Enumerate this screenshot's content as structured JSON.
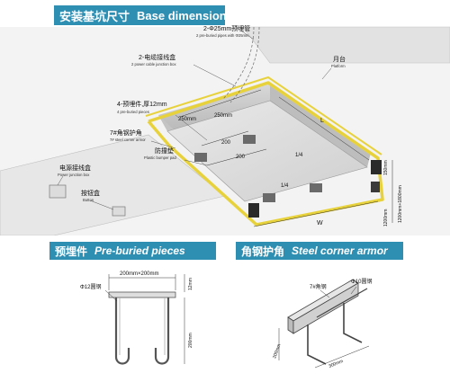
{
  "sections": {
    "base": {
      "title_zh": "安装基坑尺寸",
      "title_en": "Base dimension"
    },
    "pre_buried": {
      "title_zh": "预埋件",
      "title_en": "Pre-buried pieces"
    },
    "corner": {
      "title_zh": "角钢护角",
      "title_en": "Steel corner armor"
    }
  },
  "base_labels": {
    "pipes_zh": "2-Φ25mm预埋管",
    "pipes_en": "2 pre-buried pipes with Φ25mm",
    "cable_box_zh": "2-电缆接线盒",
    "cable_box_en": "2 power cable junction box",
    "platform_zh": "月台",
    "platform_en": "Platform",
    "pieces_zh": "4-预埋件,厚12mm",
    "pieces_en": "4 pre-buried pieces",
    "corner_zh": "7#角钢护角",
    "corner_en": "7# steel corner armor",
    "bumper_zh": "防撞垫",
    "bumper_en": "Plastic bumper pad",
    "power_box_zh": "电源接线盒",
    "power_box_en": "Power junction box",
    "button_zh": "按钮盒",
    "button_en": "Button",
    "dim_250": "250mm",
    "dim_1": "250mm",
    "dim_200a": "200",
    "dim_200b": "200",
    "dim_L": "L",
    "dim_W": "W",
    "dim_L2": "1/4",
    "dim_W2": "1/4",
    "dim_150": "150mm",
    "dim_1200": "1200mm+1800mm",
    "dim_lower": "1200mm"
  },
  "pre_buried_labels": {
    "plate": "200mm×200mm",
    "thickness": "12mm",
    "rebar": "Φ12圆钢",
    "height": "200mm"
  },
  "corner_labels": {
    "angle": "7#角钢",
    "rebar": "Φ10圆钢",
    "len_a": "200mm",
    "len_b": "300mm"
  }
}
